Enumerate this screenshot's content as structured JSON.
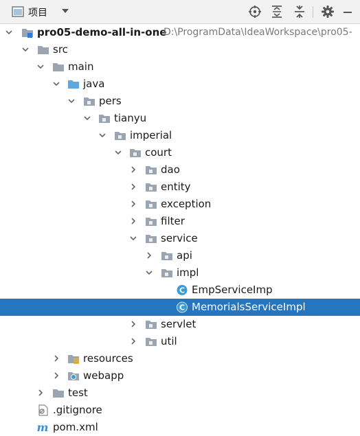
{
  "toolbar": {
    "title": "项目",
    "icons": [
      "project-view-icon",
      "dropdown-icon",
      "locate-icon",
      "expand-all-icon",
      "collapse-all-icon",
      "settings-icon",
      "hide-icon"
    ]
  },
  "tree": {
    "project": {
      "name": "pro05-demo-all-in-one",
      "path": "D:\\ProgramData\\IdeaWorkspace\\pro05-"
    },
    "src": "src",
    "main": "main",
    "java": "java",
    "pers": "pers",
    "tianyu": "tianyu",
    "imperial": "imperial",
    "court": "court",
    "dao": "dao",
    "entity": "entity",
    "exception": "exception",
    "filter": "filter",
    "service": "service",
    "api": "api",
    "impl": "impl",
    "emp_service": "EmpServiceImp",
    "memorials_service": "MemorialsServiceImpl",
    "servlet": "servlet",
    "util": "util",
    "resources": "resources",
    "webapp": "webapp",
    "test": "test",
    "gitignore": ".gitignore",
    "pom": "pom.xml"
  },
  "colors": {
    "selection": "#2675bf",
    "folder": "#9aa5b1",
    "source_folder": "#5ea8df",
    "class_icon": "#3a9bd8",
    "toolbar_bg": "#f2f2f2"
  }
}
